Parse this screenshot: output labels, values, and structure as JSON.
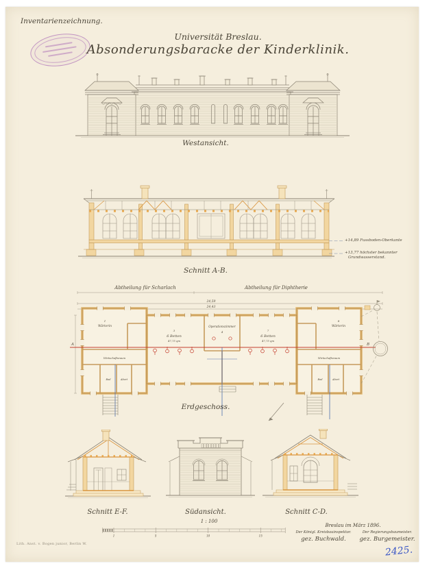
{
  "meta": {
    "inventory_label": "Inventarienzeichnung.",
    "sheet_number": "2425.",
    "imprint": "Lith. Anst. v. Bogen junior, Berlin W."
  },
  "title": {
    "line1": "Universität Breslau.",
    "line2": "Absonderungsbaracke der Kinderklinik."
  },
  "captions": {
    "west": "Westansicht.",
    "section_ab": "Schnitt A-B.",
    "ground_floor": "Erdgeschoss.",
    "section_ef": "Schnitt E-F.",
    "south": "Südansicht.",
    "section_cd": "Schnitt C-D."
  },
  "section_ab": {
    "level_upper": "+14,89 Fussboden-Oberkante",
    "level_lower1": "+13,77 höchster bekannter",
    "level_lower2": "Grundwasserstand."
  },
  "plan": {
    "dept_left": "Abtheilung für Scharlach",
    "dept_right": "Abtheilung für Diphtherie",
    "dim1": "24,59",
    "dim2": "24,43",
    "marker_a": "A",
    "marker_b": "B",
    "rooms": {
      "warterin_left_no": "1",
      "warterin_left": "Wärterin",
      "ward_left_no": "3",
      "ward_left": "6 Betten",
      "ward_left_area": "47,75 qm",
      "op": "Operationszimmer",
      "op_no": "4",
      "ward_right_no": "7",
      "ward_right": "6 Betten",
      "ward_right_area": "47,75 qm",
      "warterin_right_no": "8",
      "warterin_right": "Wärterin",
      "wirtschaft_left": "Wirtschaftsraum",
      "wirtschaft_right": "Wirtschaftsraum",
      "bad_left": "Bad",
      "abort_left": "Abort",
      "bad_right": "Bad",
      "abort_right": "Abort"
    }
  },
  "scale": {
    "ratio": "1 : 100",
    "ticks": [
      "1",
      "5",
      "10",
      "15"
    ]
  },
  "signatures": {
    "place_date": "Breslau im März 1896.",
    "left_title": "Der Königl. Kreisbauinspektor.",
    "left_name": "gez. Buchwald.",
    "right_title": "Der Regierungsbaumeister.",
    "right_name": "gez. Burgemeister."
  },
  "colors": {
    "paper": "#f5eedd",
    "line": "#8b8374",
    "tan_fill": "#f2d6a0",
    "tan_stroke": "#c49a58",
    "orange": "#d9953f",
    "red": "#c43e2e",
    "blue": "#4f6fae",
    "stamp": "#b27aba",
    "ink_blue": "#3a56c5"
  }
}
